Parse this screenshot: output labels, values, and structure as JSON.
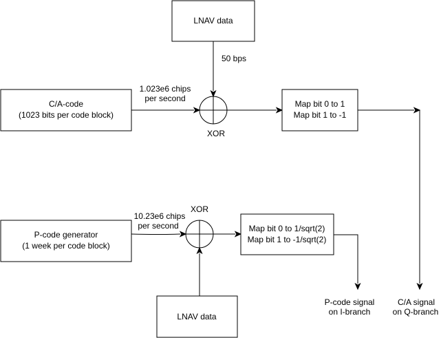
{
  "boxes": {
    "lnav_top": [
      "LNAV data"
    ],
    "ca_code": [
      "C/A-code",
      "(1023 bits per code block)"
    ],
    "map_ca": [
      "Map bit 0 to 1",
      "Map bit 1 to -1"
    ],
    "p_code": [
      "P-code generator",
      "(1 week per code block)"
    ],
    "map_p": [
      "Map bit 0 to 1/sqrt(2)",
      "Map bit 1 to -1/sqrt(2)"
    ],
    "lnav_bottom": [
      "LNAV data"
    ]
  },
  "labels": {
    "rate_50bps": "50 bps",
    "ca_chip_rate": [
      "1.023e6 chips",
      "per second"
    ],
    "p_chip_rate": [
      "10.23e6 chips",
      "per second"
    ],
    "xor_top": "XOR",
    "xor_bottom": "XOR",
    "p_output": [
      "P-code signal",
      "on I-branch"
    ],
    "ca_output": [
      "C/A signal",
      "on Q-branch"
    ]
  }
}
